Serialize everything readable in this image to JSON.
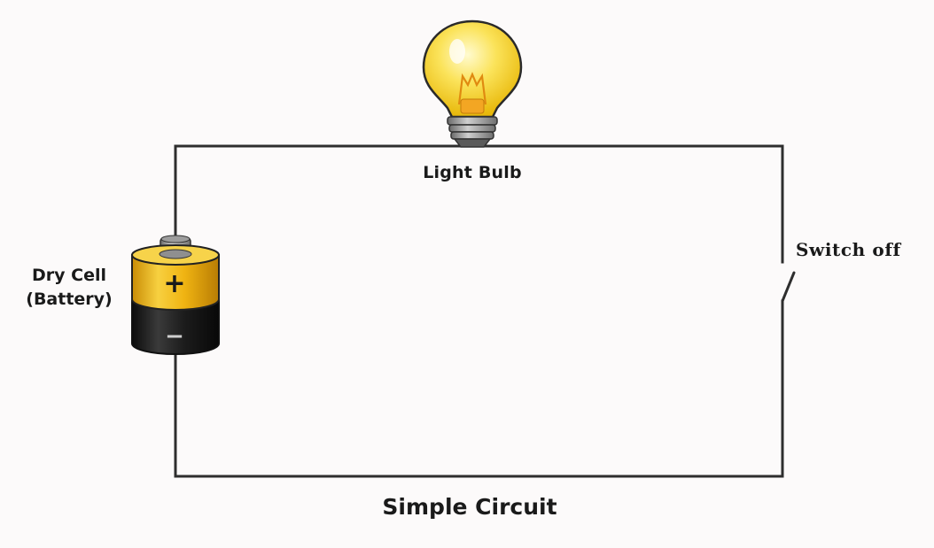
{
  "diagram": {
    "title": "Simple Circuit",
    "bulb_label": "Light Bulb",
    "cell_label_line1": "Dry Cell",
    "cell_label_line2": "(Battery)",
    "cell_plus": "+",
    "cell_minus": "−",
    "switch_label": "Switch off",
    "switch_state": "off"
  },
  "colors": {
    "wire": "#2e2e2e",
    "bulb_glass": "#f8d21e",
    "bulb_glow": "#fff4a0",
    "filament": "#e08a10",
    "cell_gold": "#f0b412",
    "cell_black": "#1c1c1c",
    "cell_cap": "#8a8a8a",
    "bulb_base": "#9c9c9c",
    "background": "#fcfafa"
  }
}
